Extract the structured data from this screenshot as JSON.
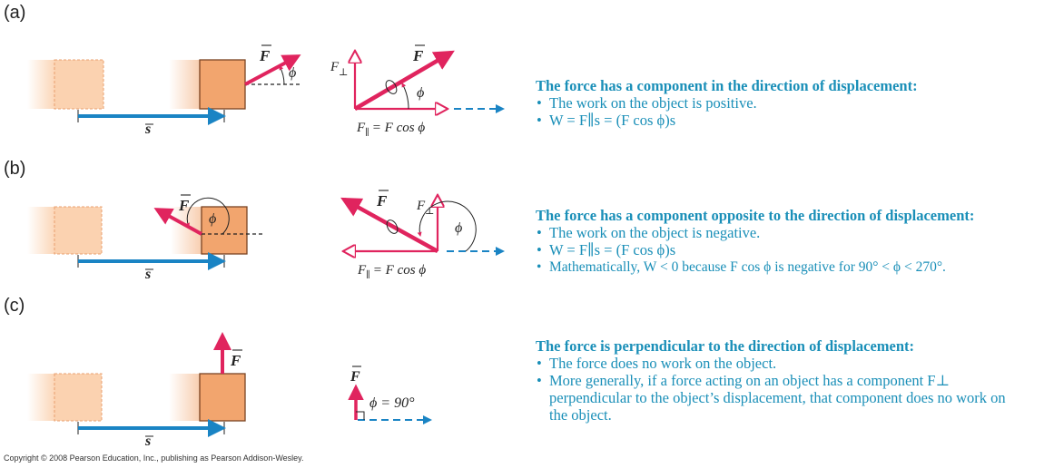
{
  "panels": [
    {
      "label": "(a)",
      "heading": "The force has a component in the direction of displacement:",
      "bullets": [
        "The work on the object is positive.",
        "W = F∥s = (F cos ϕ)s"
      ]
    },
    {
      "label": "(b)",
      "heading": "The force has a component opposite to the direction of displacement:",
      "bullets": [
        "The work on the object is negative.",
        "W = F∥s = (F cos ϕ)s",
        "Mathematically, W < 0 because F cos ϕ is negative for 90° < ϕ < 270°."
      ]
    },
    {
      "label": "(c)",
      "heading": "The force is perpendicular to the direction of displacement:",
      "bullets": [
        "The force does no work on the object.",
        "More generally, if a force acting on an object has a component F⊥ perpendicular to the object’s displacement, that component does no work on the object."
      ]
    }
  ],
  "symbols": {
    "force": "F",
    "displacement": "s",
    "phi": "ϕ",
    "f_perp": "F",
    "perp_sub": "⊥",
    "f_par": "F",
    "par_sub": "∥",
    "eq_rhs": "= F cos ϕ",
    "right_angle": "ϕ = 90°"
  },
  "colors": {
    "force": "#e0245e",
    "displacement": "#1a84c4",
    "block": "#f2a56e",
    "block_ghost": "#fbd2b0",
    "caption": "#1a8fb8"
  },
  "copyright": "Copyright © 2008 Pearson Education, Inc., publishing as Pearson Addison-Wesley."
}
